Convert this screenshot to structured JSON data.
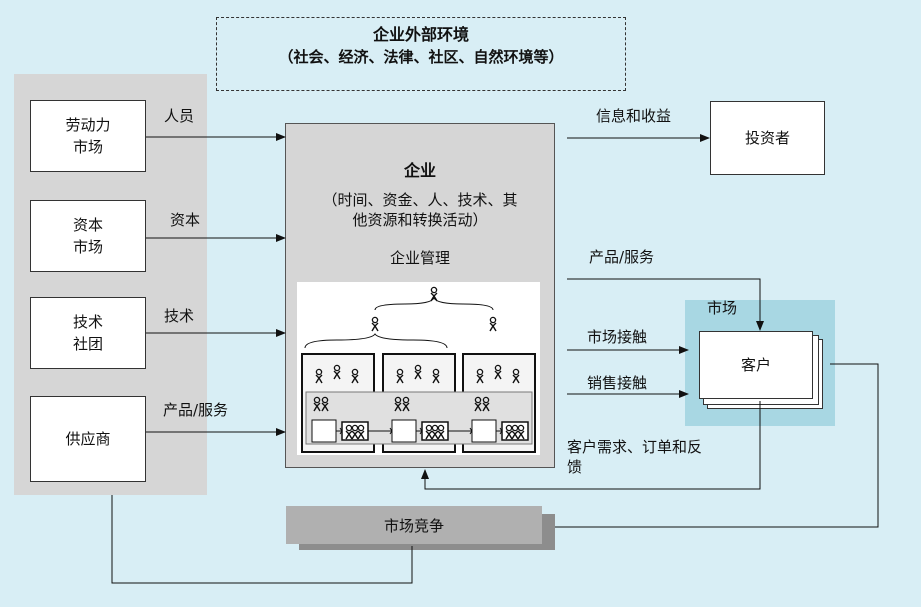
{
  "environment": {
    "title": "企业外部环境",
    "subtitle": "（社会、经济、法律、社区、自然环境等）"
  },
  "sources": [
    {
      "line1": "劳动力",
      "line2": "市场",
      "flow": "人员"
    },
    {
      "line1": "资本",
      "line2": "市场",
      "flow": "资本"
    },
    {
      "line1": "技术",
      "line2": "社团",
      "flow": "技术"
    },
    {
      "line1": "供应商",
      "line2": "",
      "flow": "产品/服务"
    }
  ],
  "enterprise": {
    "title": "企业",
    "desc_line1": "（时间、资金、人、技术、其",
    "desc_line2": "他资源和转换活动）",
    "management": "企业管理"
  },
  "investor": {
    "label": "投资者",
    "flow": "信息和收益"
  },
  "market": {
    "label": "市场",
    "customer": "客户",
    "product_flow": "产品/服务",
    "contact": "市场接触",
    "sales": "销售接触",
    "feedback_line1": "客户需求、订单和反",
    "feedback_line2": "馈"
  },
  "competition": {
    "label": "市场竞争"
  }
}
